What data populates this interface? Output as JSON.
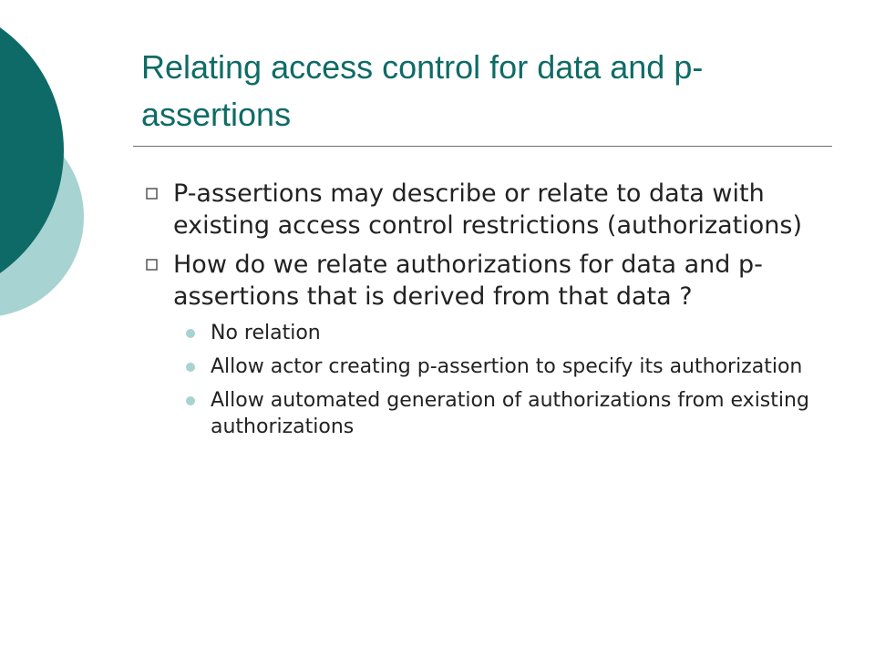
{
  "slide": {
    "title": "Relating access control for data and p-assertions",
    "colors": {
      "title": "#0f6b66",
      "dark_teal": "#0e6a66",
      "light_teal": "#a7d3d2",
      "text": "#222222"
    },
    "bullets": [
      {
        "text": "P-assertions may describe or relate to data with existing access control restrictions (authorizations)",
        "sub": []
      },
      {
        "text": "How do we relate authorizations for data and p-assertions that is derived from that data ?",
        "sub": [
          "No relation",
          "Allow actor creating p-assertion to specify its authorization",
          "Allow automated generation of authorizations from existing authorizations"
        ]
      }
    ]
  }
}
